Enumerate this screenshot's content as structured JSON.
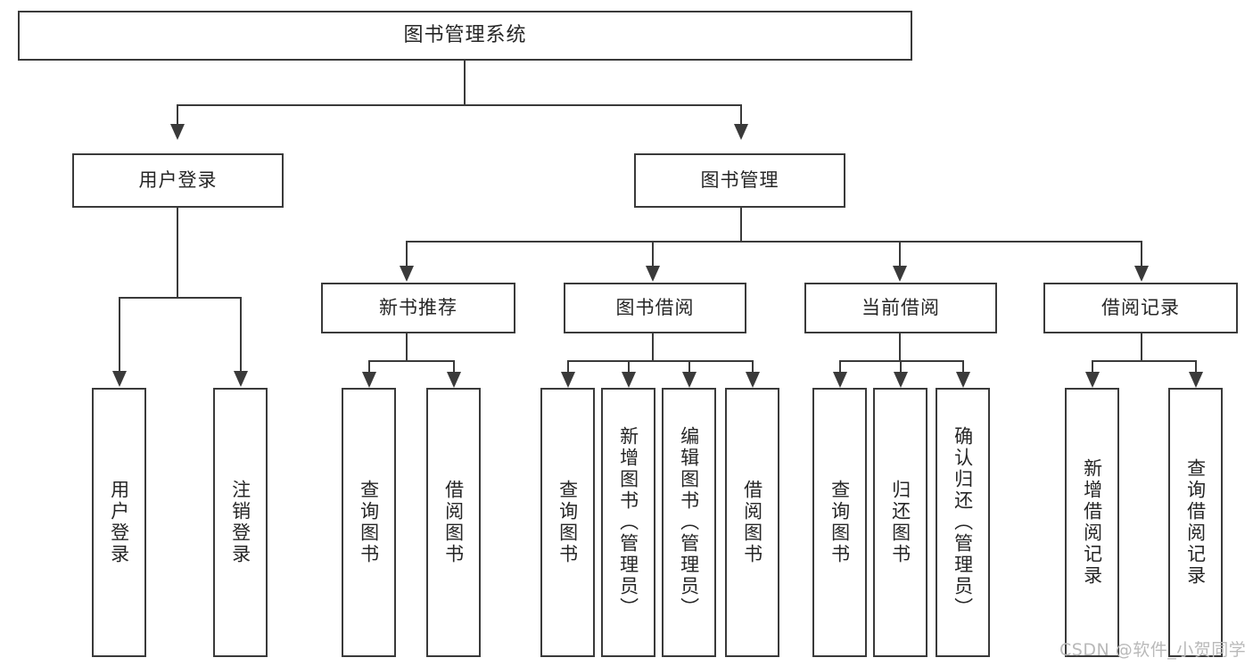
{
  "diagram": {
    "title": "图书管理系统",
    "watermark": "CSDN @软件_小贺同学",
    "type": "tree-hierarchy-diagram",
    "colors": {
      "stroke": "#3a3a3a",
      "text": "#262626",
      "background": "#ffffff",
      "watermark": "#b9b9b9"
    },
    "nodes": {
      "root": "图书管理系统",
      "level2": {
        "user_login": "用户登录",
        "book_manage": "图书管理"
      },
      "level3": {
        "new_book_recommend": "新书推荐",
        "book_borrow": "图书借阅",
        "current_borrow": "当前借阅",
        "borrow_record": "借阅记录"
      },
      "leaves": {
        "user_login_1": "用户登录",
        "user_login_2": "注销登录",
        "new_book_1": "查询图书",
        "new_book_2": "借阅图书",
        "book_borrow_1": "查询图书",
        "book_borrow_2": "新增图书（管理员）",
        "book_borrow_3": "编辑图书（管理员）",
        "book_borrow_4": "借阅图书",
        "current_borrow_1": "查询图书",
        "current_borrow_2": "归还图书",
        "current_borrow_3": "确认归还（管理员）",
        "borrow_record_1": "新增借阅记录",
        "borrow_record_2": "查询借阅记录"
      }
    }
  }
}
